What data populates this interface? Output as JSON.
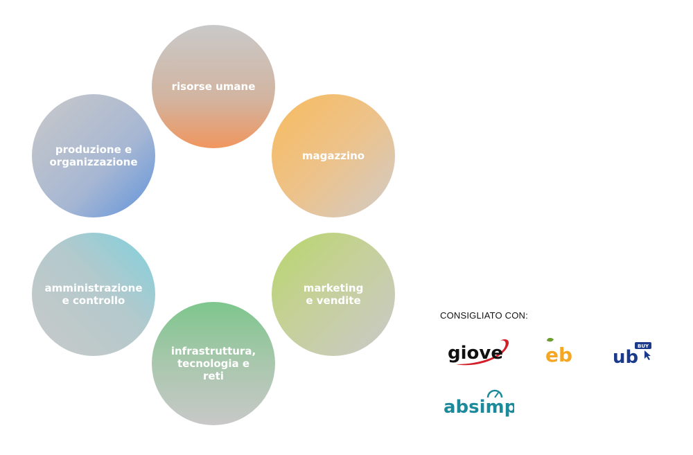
{
  "areas": [
    {
      "line1": "risorse umane",
      "line2": ""
    },
    {
      "line1": "magazzino",
      "line2": ""
    },
    {
      "line1": "marketing",
      "line2": "e vendite"
    },
    {
      "line1": "infrastruttura,",
      "line2": "tecnologia e reti"
    },
    {
      "line1": "amministrazione",
      "line2": "e controllo"
    },
    {
      "line1": "produzione e",
      "line2": "organizzazione"
    }
  ],
  "partners": {
    "label": "CONSIGLIATO CON:",
    "logos": [
      {
        "name": "giove",
        "text": "giove",
        "color": "#d21f2a"
      },
      {
        "name": "eb",
        "text": "eb",
        "color": "#f5a623"
      },
      {
        "name": "ub",
        "text": "ub",
        "badge": "BUY",
        "color": "#1b3a8c"
      },
      {
        "name": "absimp",
        "text": "absimp",
        "colors": [
          "#1c8a9a",
          "#d21f2a"
        ]
      }
    ]
  }
}
